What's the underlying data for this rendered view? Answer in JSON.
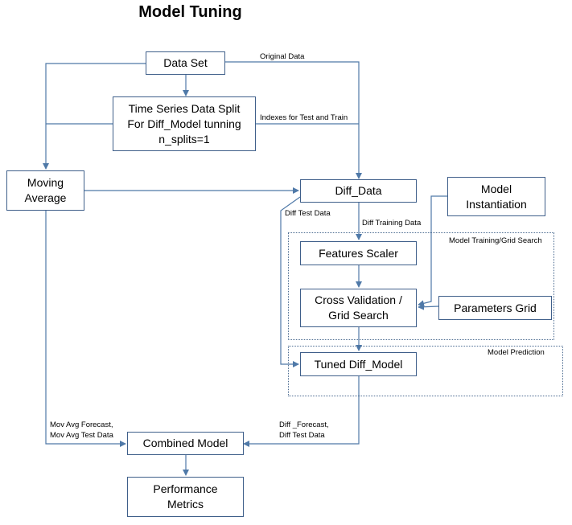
{
  "title": "Model Tuning",
  "nodes": {
    "data_set": "Data Set",
    "ts_split_line1": "Time Series Data Split",
    "ts_split_line2": "For Diff_Model tunning",
    "ts_split_line3": "n_splits=1",
    "moving_avg_line1": "Moving",
    "moving_avg_line2": "Average",
    "diff_data": "Diff_Data",
    "model_inst_line1": "Model",
    "model_inst_line2": "Instantiation",
    "features_scaler": "Features Scaler",
    "cv_line1": "Cross Validation /",
    "cv_line2": "Grid Search",
    "params_grid": "Parameters Grid",
    "tuned_model": "Tuned Diff_Model",
    "combined_model": "Combined Model",
    "perf_line1": "Performance",
    "perf_line2": "Metrics"
  },
  "groups": {
    "training": "Model Training/Grid Search",
    "prediction": "Model  Prediction"
  },
  "edge_labels": {
    "original_data": "Original Data",
    "indexes": "Indexes for Test and Train",
    "diff_test_data": "Diff Test Data",
    "diff_training_data": "Diff Training Data",
    "mov_avg_line1": "Mov Avg Forecast,",
    "mov_avg_line2": "Mov Avg Test Data",
    "diff_forecast_line1": "Diff _Forecast,",
    "diff_forecast_line2": "Diff Test Data"
  }
}
